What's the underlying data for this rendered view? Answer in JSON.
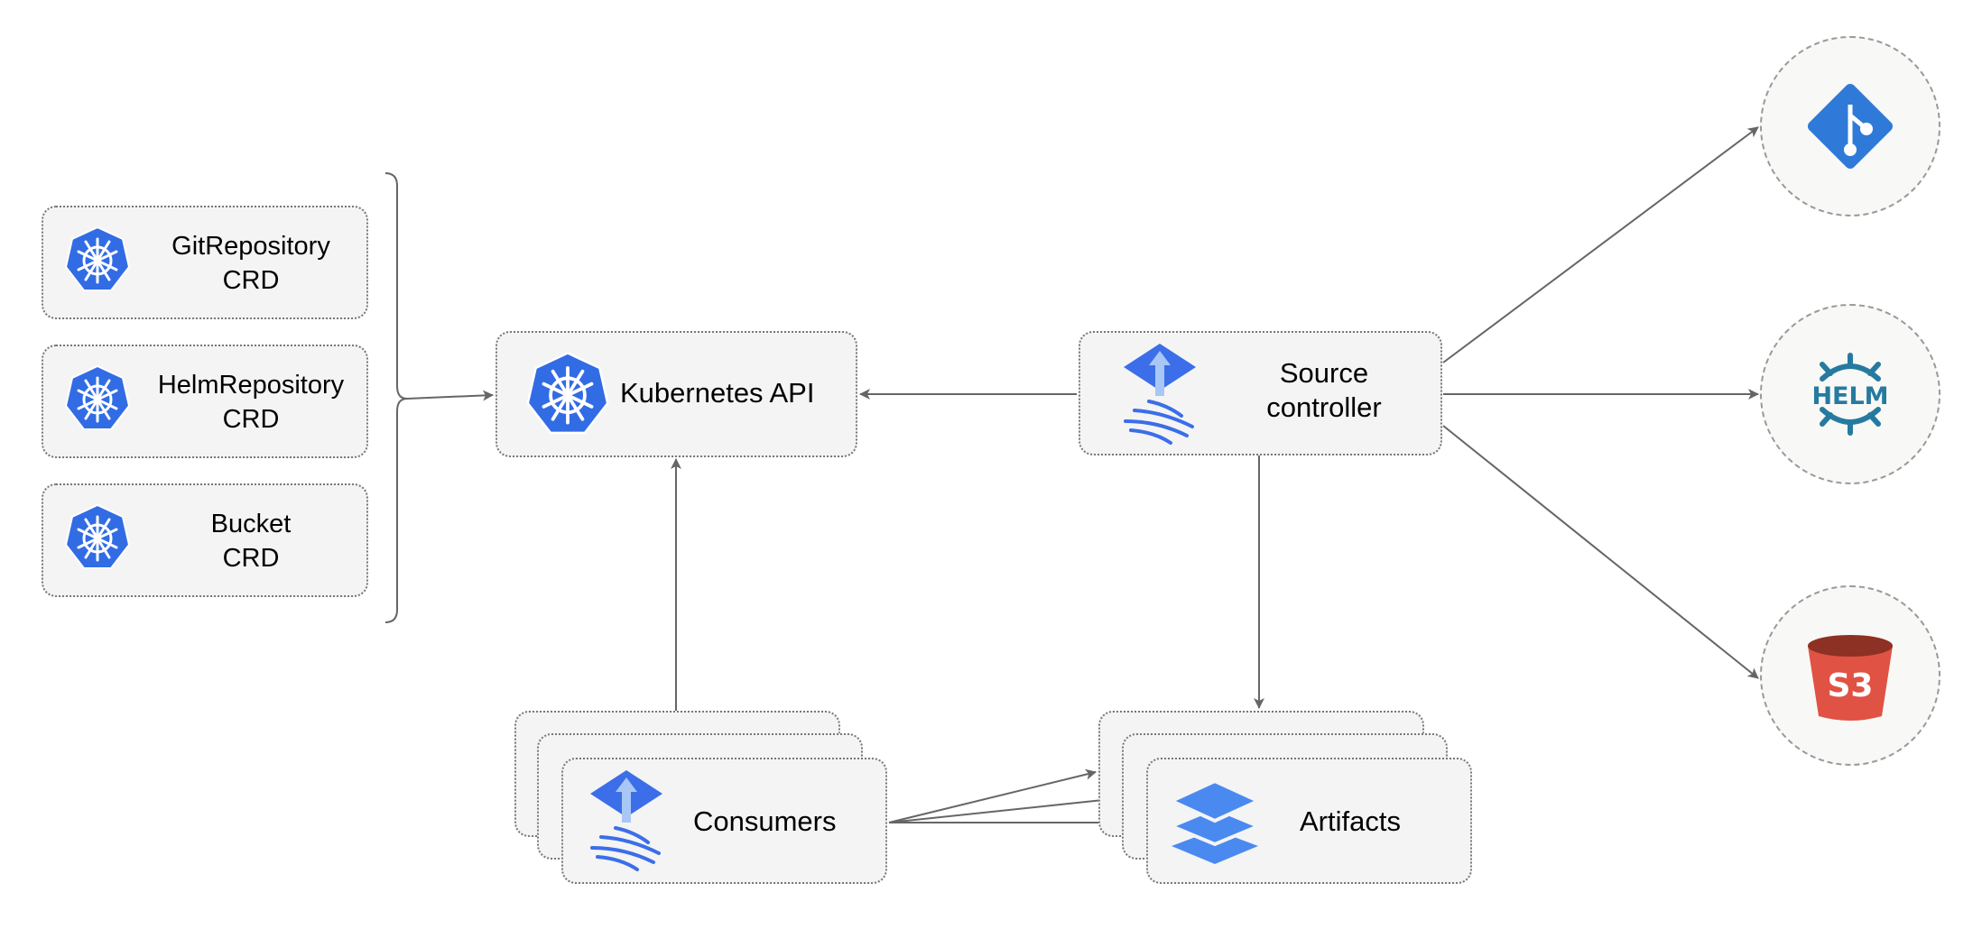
{
  "crds": [
    {
      "line1": "GitRepository",
      "line2": "CRD"
    },
    {
      "line1": "HelmRepository",
      "line2": "CRD"
    },
    {
      "line1": "Bucket",
      "line2": "CRD"
    }
  ],
  "kubernetes_api": {
    "label": "Kubernetes API"
  },
  "source_controller": {
    "line1": "Source",
    "line2": "controller"
  },
  "consumers": {
    "label": "Consumers"
  },
  "artifacts": {
    "label": "Artifacts"
  },
  "sources": [
    {
      "icon": "git-icon",
      "color": "#2f7ad8"
    },
    {
      "icon": "helm-icon",
      "label": "HELM",
      "color": "#277a9f"
    },
    {
      "icon": "s3-bucket-icon",
      "label": "S3",
      "color": "#e05243"
    }
  ],
  "colors": {
    "kubernetes_blue": "#326ce5",
    "flux_blue": "#3b6ee8",
    "edge": "#666666"
  }
}
